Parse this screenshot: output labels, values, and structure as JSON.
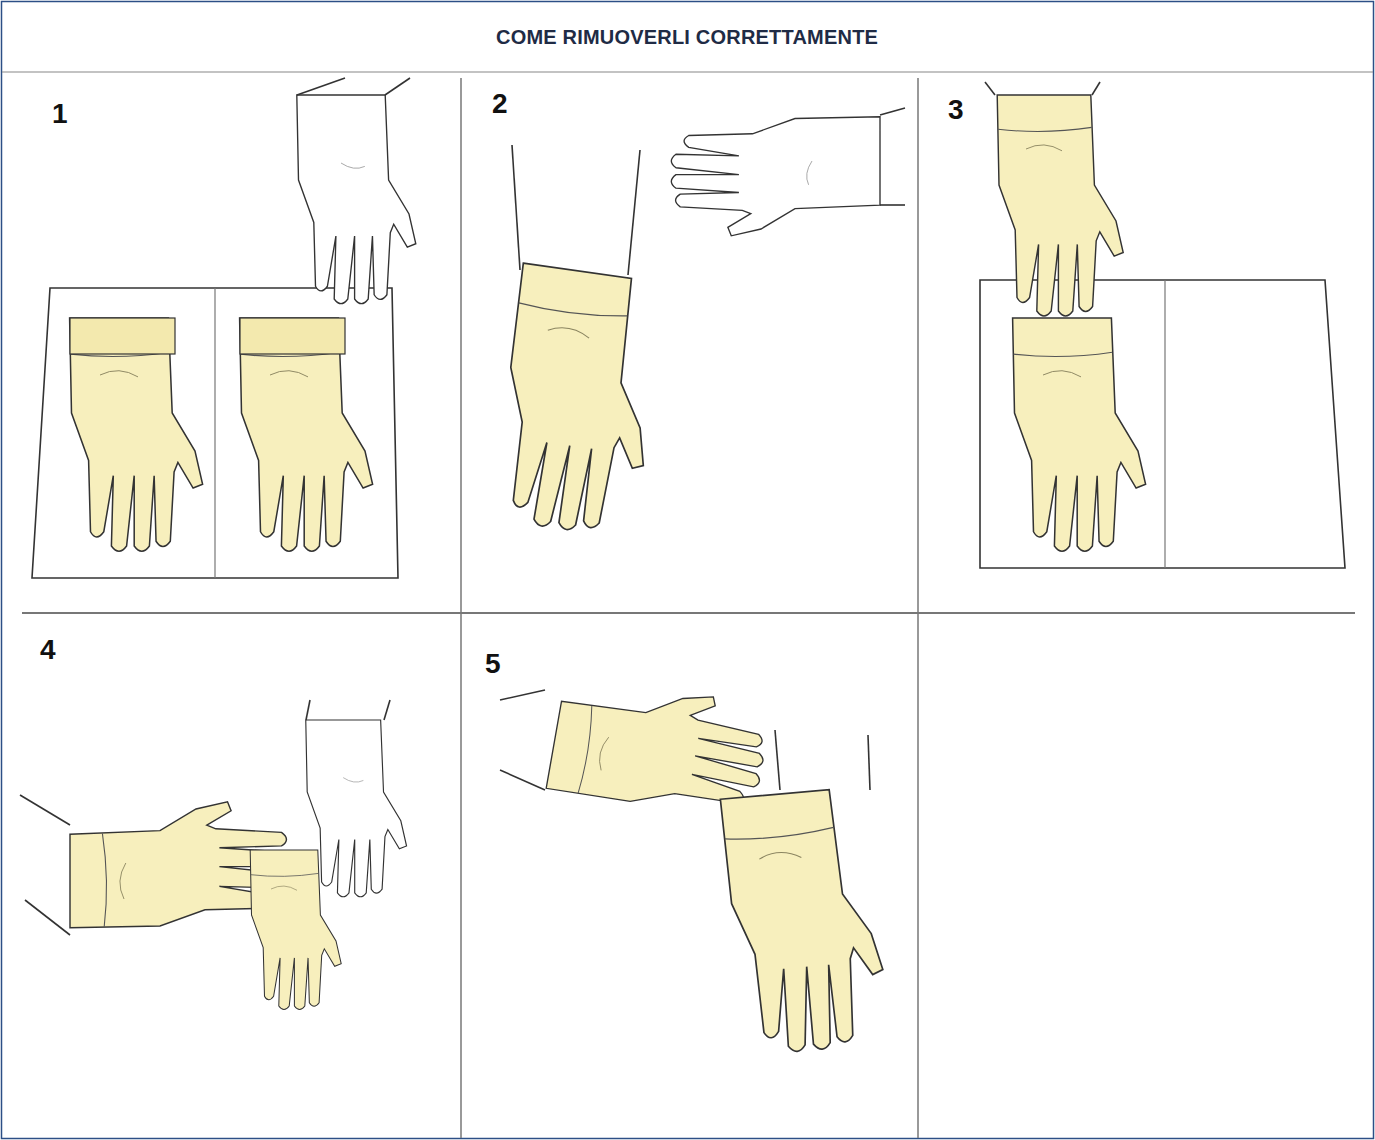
{
  "diagram": {
    "title": "COME RIMUOVERLI CORRETTAMENTE",
    "labels": [
      "1",
      "2",
      "3",
      "4",
      "5"
    ]
  }
}
